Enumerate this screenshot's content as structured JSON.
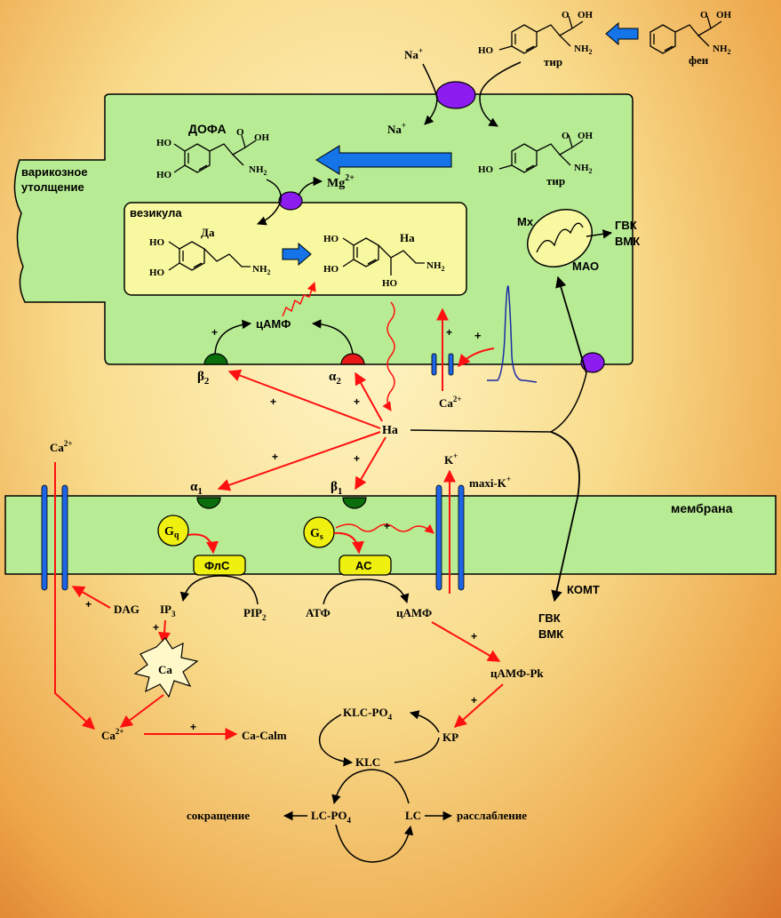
{
  "labels": {
    "varicose": [
      "варикозное",
      "утолщение"
    ],
    "membrane": "мембрана",
    "vesicle": "везикула",
    "dopa": "ДОФА",
    "da": "Да",
    "na_vesicle": "На",
    "na_center": "На",
    "tyr": "тир",
    "phen": "фен",
    "na_ion_top": "Na",
    "na_ion_inner": "Na",
    "plus_sup": "+",
    "two_plus_sup": "2+",
    "mg": "Mg",
    "mx": "Mx",
    "gvk_vmk_top": [
      "ГВК",
      "ВМК"
    ],
    "mao": "МАО",
    "camp_top": "цАМФ",
    "beta2": "β",
    "alpha2": "α",
    "alpha1": "α",
    "beta1": "β",
    "sub1": "1",
    "sub2": "2",
    "ca2_inner": "Ca",
    "ca2_left": "Ca",
    "k_plus": "K",
    "maxi_k": "maxi-K",
    "gq": "G",
    "gq_sub": "q",
    "gs": "G",
    "gs_sub": "s",
    "flc": "ФлС",
    "ac": "АС",
    "dag": "DAG",
    "ip3": "IP",
    "ip3_sub": "3",
    "pip2": "PIP",
    "pip2_sub": "2",
    "atf": "АТФ",
    "camp_bottom": "цАМФ",
    "camp_pk": "цАМФ-Pk",
    "komt": "КОМТ",
    "gvk_vmk_bottom": [
      "ГВК",
      "ВМК"
    ],
    "ca_store": "Ca",
    "ca2_bottom": "Ca",
    "ca_calm": "Ca-Calm",
    "klc_po4": "KLC-PO",
    "po4_sub": "4",
    "klc": "KLC",
    "kp": "KP",
    "lc_po4": "LC-PO",
    "lc": "LC",
    "contraction": "сокращение",
    "relaxation": "расслабление",
    "plus": "+",
    "oh": "OH",
    "ho": "HO",
    "nh2": "NH",
    "nh2_sub": "2",
    "o": "O"
  },
  "colors": {
    "cell": "#b8ec94",
    "vesicle": "#f8f8a0",
    "blue_arrow": "#1474e8",
    "red": "#ff1010",
    "transporter": "#8c1cf0",
    "green_receptor": "#0a6e0a",
    "red_receptor": "#e81818",
    "g_protein": "#f0f010",
    "channel": "#1e64e6"
  }
}
